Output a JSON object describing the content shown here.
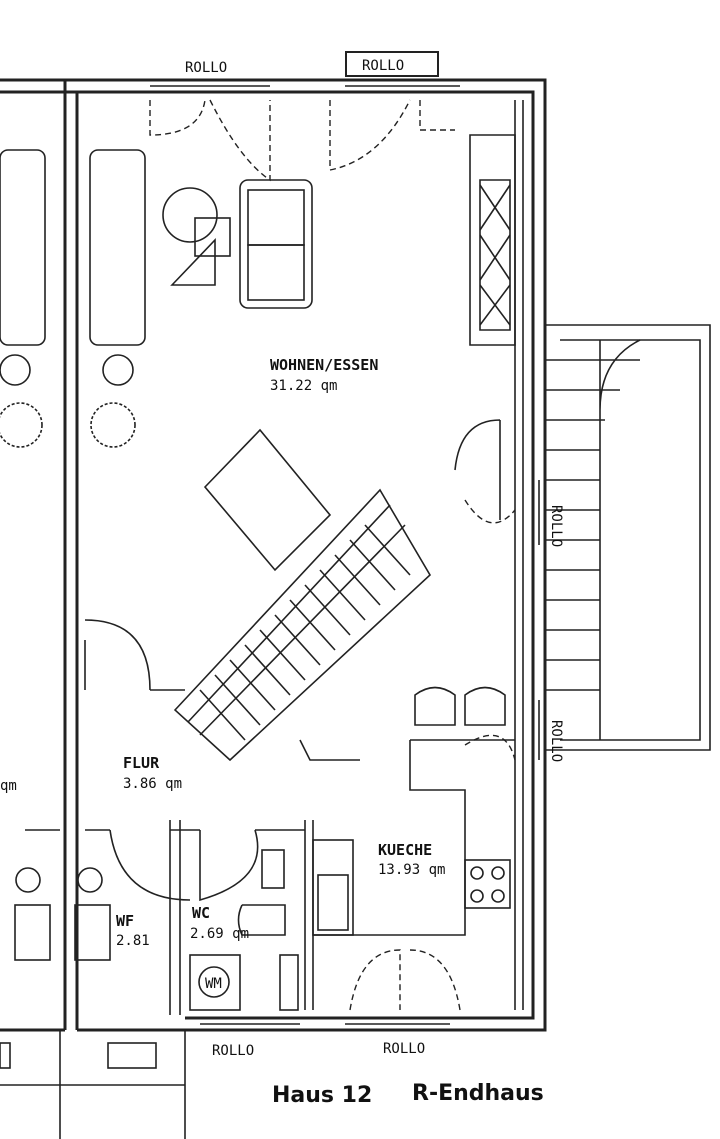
{
  "rooms": {
    "wohnen": {
      "name": "WOHNEN/ESSEN",
      "area": "31.22 qm"
    },
    "flur": {
      "name": "FLUR",
      "area": "3.86 qm"
    },
    "kueche": {
      "name": "KUECHE",
      "area": "13.93 qm"
    },
    "wf": {
      "name": "WF",
      "area": "2.81"
    },
    "wc": {
      "name": "WC",
      "area": "2.69 qm"
    },
    "left_partial_area": "qm"
  },
  "labels": {
    "rollo_top_left": "ROLLO",
    "rollo_top_right": "ROLLO",
    "rollo_side_upper": "ROLLO",
    "rollo_side_lower": "ROLLO",
    "rollo_bottom_left": "ROLLO",
    "rollo_bottom_right": "ROLLO",
    "washing_machine": "WM"
  },
  "caption": {
    "house": "Haus 12",
    "type": "R-Endhaus"
  }
}
